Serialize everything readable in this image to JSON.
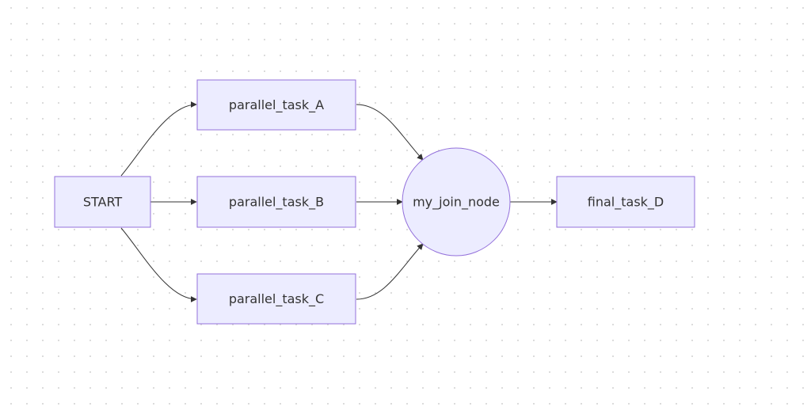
{
  "diagram": {
    "type": "flowchart",
    "nodes": {
      "start": {
        "label": "START",
        "shape": "rect"
      },
      "task_a": {
        "label": "parallel_task_A",
        "shape": "rect"
      },
      "task_b": {
        "label": "parallel_task_B",
        "shape": "rect"
      },
      "task_c": {
        "label": "parallel_task_C",
        "shape": "rect"
      },
      "join": {
        "label": "my_join_node",
        "shape": "circle"
      },
      "task_d": {
        "label": "final_task_D",
        "shape": "rect"
      }
    },
    "edges": [
      {
        "from": "START",
        "to": "parallel_task_A"
      },
      {
        "from": "START",
        "to": "parallel_task_B"
      },
      {
        "from": "START",
        "to": "parallel_task_C"
      },
      {
        "from": "parallel_task_A",
        "to": "my_join_node"
      },
      {
        "from": "parallel_task_B",
        "to": "my_join_node"
      },
      {
        "from": "parallel_task_C",
        "to": "my_join_node"
      },
      {
        "from": "my_join_node",
        "to": "final_task_D"
      }
    ],
    "colors": {
      "node_fill": "#ECECFF",
      "node_stroke": "#9370DB",
      "edge": "#333333",
      "text": "#333333",
      "background_dots": "#d9d9d9"
    }
  }
}
